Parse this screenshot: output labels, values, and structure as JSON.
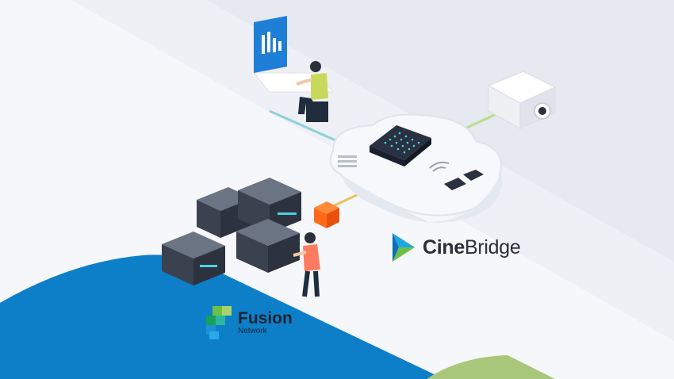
{
  "brands": {
    "cinebridge": {
      "bold_part": "Cine",
      "light_part": "Bridge"
    },
    "fusion": {
      "name": "Fusion",
      "sub": "Network"
    }
  },
  "colors": {
    "background": "#eef0f5",
    "blue_region": "#0d7fc9",
    "green_region": "#a9c77a",
    "cloud": "#f7f8fb",
    "chip_dark": "#2a3140",
    "orange_node": "#ff6a1a",
    "person_shirt_yellow": "#c8d85a",
    "person_shirt_coral": "#ff7a60",
    "server_dark": "#3a4250"
  },
  "icons": [
    "laptop-icon",
    "projector-icon",
    "cloud-icon",
    "chip-icon",
    "wifi-icon",
    "server-rack-icon",
    "cube-node-icon",
    "cinebridge-logo-icon",
    "fusion-logo-icon"
  ]
}
